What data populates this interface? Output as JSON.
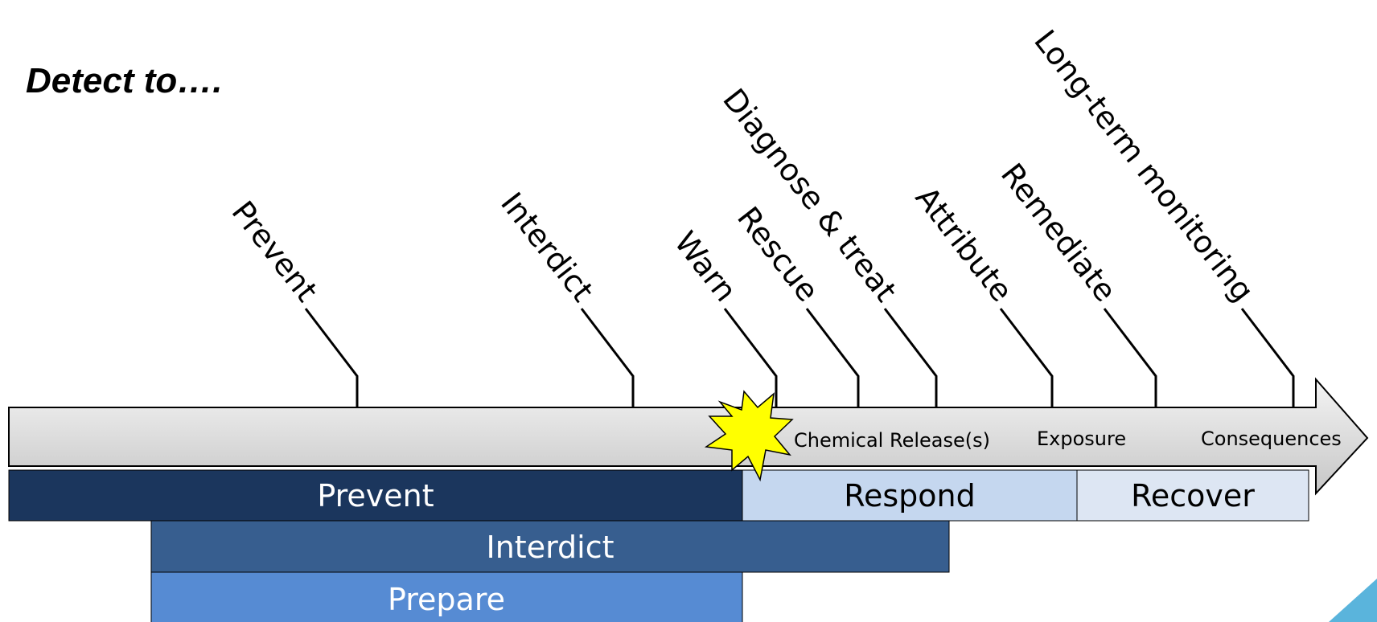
{
  "heading": "Detect to….",
  "milestones": [
    {
      "label": "Prevent"
    },
    {
      "label": "Interdict"
    },
    {
      "label": "Warn"
    },
    {
      "label": "Rescue"
    },
    {
      "label": "Diagnose & treat"
    },
    {
      "label": "Attribute"
    },
    {
      "label": "Remediate"
    },
    {
      "label": "Long-term monitoring"
    }
  ],
  "timeline_labels": [
    "Chemical Release(s)",
    "Exposure",
    "Consequences"
  ],
  "event_marker": "explosion-burst-icon",
  "phases": [
    {
      "label": "Prevent",
      "color": "#1b365d",
      "text_color": "#ffffff"
    },
    {
      "label": "Respond",
      "color": "#c5d7ef",
      "text_color": "#000000"
    },
    {
      "label": "Recover",
      "color": "#dde6f3",
      "text_color": "#000000"
    },
    {
      "label": "Interdict",
      "color": "#375e8f",
      "text_color": "#ffffff"
    },
    {
      "label": "Prepare",
      "color": "#568bd3",
      "text_color": "#ffffff"
    }
  ],
  "colors": {
    "arrow_fill_light": "#f2f2f2",
    "arrow_fill_dark": "#c8c8c8",
    "burst": "#ffff00",
    "corner_accent": "#5ab4dc"
  }
}
